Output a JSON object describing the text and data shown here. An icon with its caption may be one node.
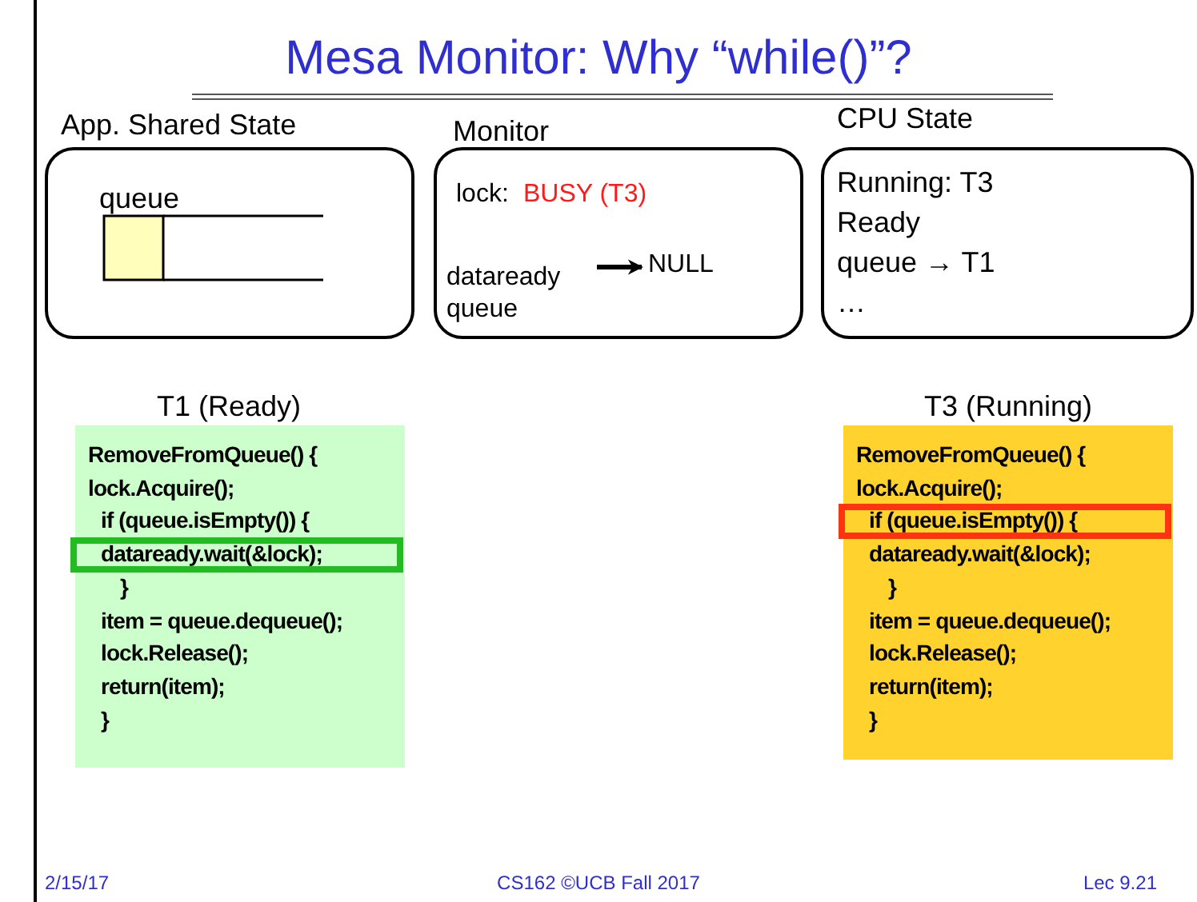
{
  "diagram": {
    "title": "Mesa Monitor: Why “while()”?",
    "nodes": [
      {
        "text": [
          "App. Shared State",
          "queue"
        ]
      },
      {
        "text": [
          "Monitor",
          "lock:",
          "BUSY (T3)"
        ]
      },
      {
        "text": [
          "dataready queue"
        ],
        "in": 1
      },
      {
        "text": [
          "NULL"
        ],
        "in": 1
      },
      {
        "text": [
          "CPU State",
          "Running: T3",
          "Ready",
          "queue → T1",
          "…"
        ]
      },
      {
        "text": [
          "T1 (Ready)",
          "RemoveFromQueue() {",
          "lock.Acquire();",
          "if (queue.isEmpty()) {",
          "dataready.wait(&lock);",
          "}",
          "item = queue.dequeue();",
          "lock.Release();",
          "return(item);",
          "}"
        ]
      },
      {
        "text": [
          "T3 (Running)",
          "RemoveFromQueue() {",
          "lock.Acquire();",
          "if (queue.isEmpty()) {",
          "dataready.wait(&lock);",
          "}",
          "item = queue.dequeue();",
          "lock.Release();",
          "return(item);",
          "}"
        ]
      }
    ],
    "edges": [
      {
        "from": 2,
        "to": 3,
        "arrow": "to"
      }
    ],
    "labels": [
      "2/15/17",
      "CS162 ©UCB Fall 2017",
      "Lec 9.21"
    ]
  }
}
